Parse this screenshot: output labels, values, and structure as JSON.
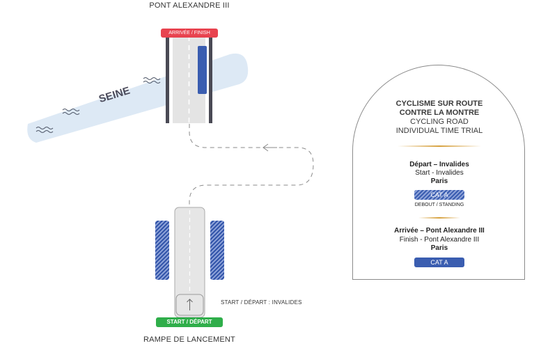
{
  "map": {
    "bridge_title": "PONT ALEXANDRE III",
    "finish_label": "ARRIVÉE / FINISH",
    "river_label": "SEINE",
    "start_label": "START / DÉPART",
    "start_caption": "START / DÉPART : INVALIDES",
    "ramp_title": "RAMPE DE LANCEMENT"
  },
  "card": {
    "title_fr_1": "CYCLISME SUR ROUTE",
    "title_fr_2": "CONTRE LA MONTRE",
    "title_en_1": "CYCLING ROAD",
    "title_en_2": "INDIVIDUAL TIME TRIAL",
    "depart_heading": "Départ – Invalides",
    "depart_en": "Start - Invalides",
    "depart_city": "Paris",
    "depart_badge": "CAT A",
    "depart_badge_caption": "DEBOUT / STANDING",
    "arrivee_heading": "Arrivée – Pont Alexandre III",
    "arrivee_en": "Finish - Pont Alexandre III",
    "arrivee_city": "Paris",
    "arrivee_badge": "CAT A"
  },
  "colors": {
    "finish": "#e8434f",
    "start": "#2fae4a",
    "category": "#3a5db0",
    "river": "#dde9f5",
    "gold_rule": "#d6a03c"
  },
  "icons": [
    "wave-icon",
    "arrow-left-icon",
    "arrow-up-icon"
  ]
}
